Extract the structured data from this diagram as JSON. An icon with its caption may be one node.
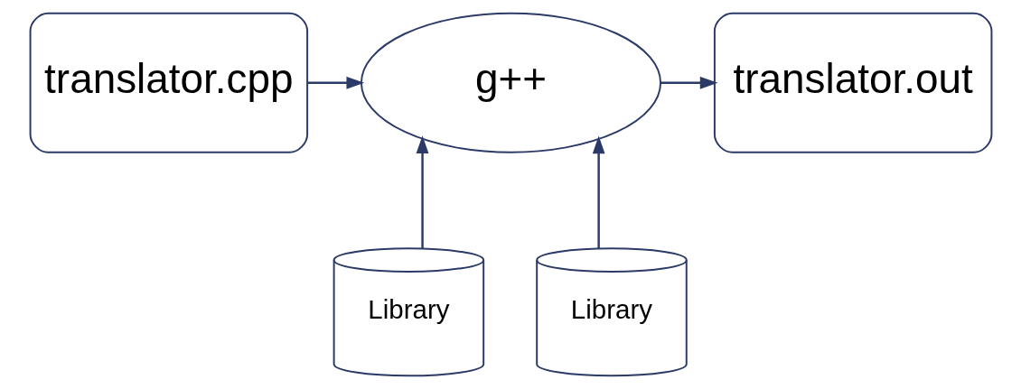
{
  "diagram": {
    "nodes": [
      {
        "text": [
          "translator.cpp"
        ]
      },
      {
        "text": [
          "g++"
        ]
      },
      {
        "text": [
          "translator.out"
        ]
      },
      {
        "text": [
          "Library"
        ]
      },
      {
        "text": [
          "Library"
        ]
      }
    ],
    "edges": [
      {
        "from": 0,
        "to": 1,
        "arrow": "to"
      },
      {
        "from": 1,
        "to": 2,
        "arrow": "to"
      },
      {
        "from": 3,
        "to": 1,
        "arrow": "to"
      },
      {
        "from": 4,
        "to": 1,
        "arrow": "to"
      }
    ]
  }
}
